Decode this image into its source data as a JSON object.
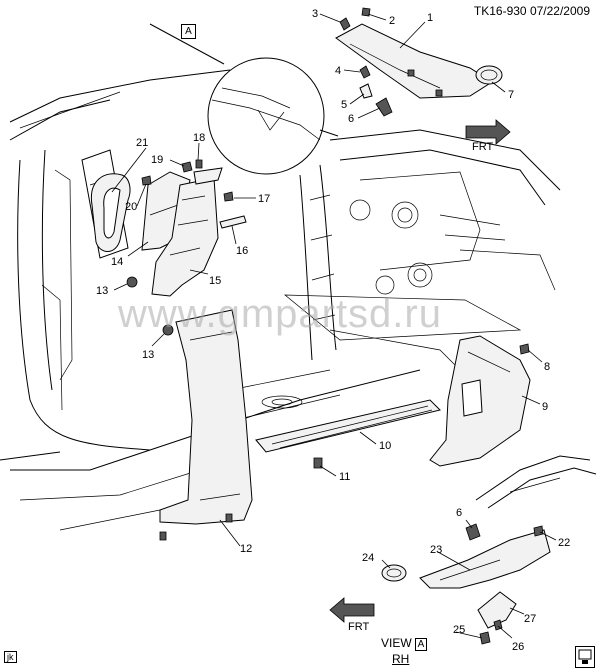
{
  "header": {
    "diagram_id": "TK16-930",
    "date": "07/22/2009"
  },
  "watermark": "www.gmpartsd.ru",
  "view": {
    "label": "VIEW",
    "ref": "A",
    "side": "RH"
  },
  "detail_ref": "A",
  "corner_tag": "jk",
  "callouts": [
    {
      "n": "1"
    },
    {
      "n": "2"
    },
    {
      "n": "3"
    },
    {
      "n": "4"
    },
    {
      "n": "5"
    },
    {
      "n": "6"
    },
    {
      "n": "7"
    },
    {
      "n": "8"
    },
    {
      "n": "9"
    },
    {
      "n": "10"
    },
    {
      "n": "11"
    },
    {
      "n": "12"
    },
    {
      "n": "13"
    },
    {
      "n": "13"
    },
    {
      "n": "14"
    },
    {
      "n": "15"
    },
    {
      "n": "16"
    },
    {
      "n": "17"
    },
    {
      "n": "18"
    },
    {
      "n": "19"
    },
    {
      "n": "20"
    },
    {
      "n": "21"
    },
    {
      "n": "22"
    },
    {
      "n": "23"
    },
    {
      "n": "24"
    },
    {
      "n": "25"
    },
    {
      "n": "26"
    },
    {
      "n": "27"
    },
    {
      "n": "6"
    }
  ],
  "arrow_labels": {
    "front_1": "FRT",
    "front_2": "FRT"
  }
}
